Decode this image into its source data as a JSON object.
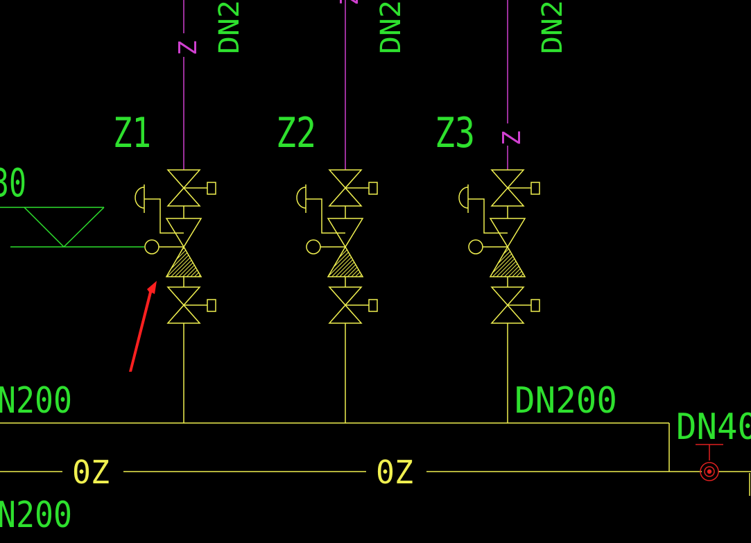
{
  "colors": {
    "background": "#000000",
    "pipe": "#f0f050",
    "label": "#2ee02e",
    "sprinkler_pipe": "#d040d0",
    "alarm": "#e02020"
  },
  "vertical_labels": [
    "DN2",
    "DN2",
    "DN2"
  ],
  "pipe_tag_top": "Z",
  "pipe_tag_z3": "Z",
  "zones": [
    {
      "id": "Z1",
      "label": "Z1"
    },
    {
      "id": "Z2",
      "label": "Z2"
    },
    {
      "id": "Z3",
      "label": "Z3"
    }
  ],
  "left_partial": "30",
  "labels": {
    "dn200_left_top": "N200",
    "dn200_right": "DN200",
    "dn200_left_bottom": "N200",
    "dn40": "DN40",
    "oz_1": "0Z",
    "oz_2": "0Z"
  },
  "annotation": "red-arrow"
}
